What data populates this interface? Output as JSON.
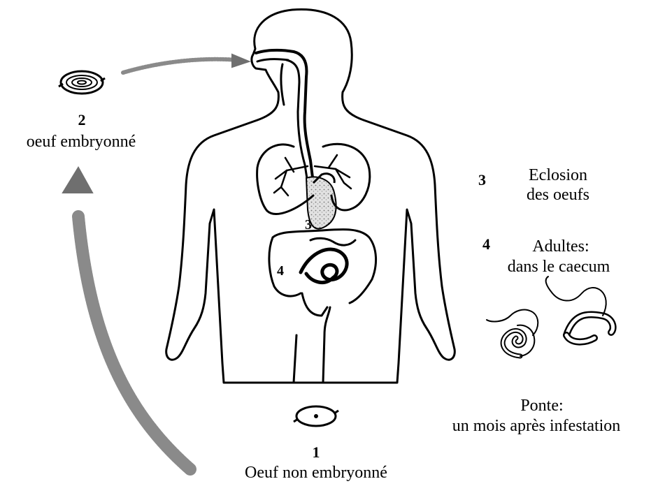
{
  "stage1": {
    "number": "1",
    "label": "Oeuf non embryonné"
  },
  "stage2": {
    "number": "2",
    "label": "oeuf embryonné"
  },
  "stage3": {
    "number": "3",
    "label_line1": "Eclosion",
    "label_line2": "des oeufs",
    "body_marker": "3"
  },
  "stage4": {
    "number": "4",
    "label_line1": "Adultes:",
    "label_line2": "dans le caecum",
    "body_marker": "4"
  },
  "ponte": {
    "line1": "Ponte:",
    "line2": "un mois après infestation"
  },
  "colors": {
    "ink": "#000000",
    "arrow": "#8a8a8a",
    "stomach": "#c8c8c8",
    "background": "#ffffff"
  }
}
